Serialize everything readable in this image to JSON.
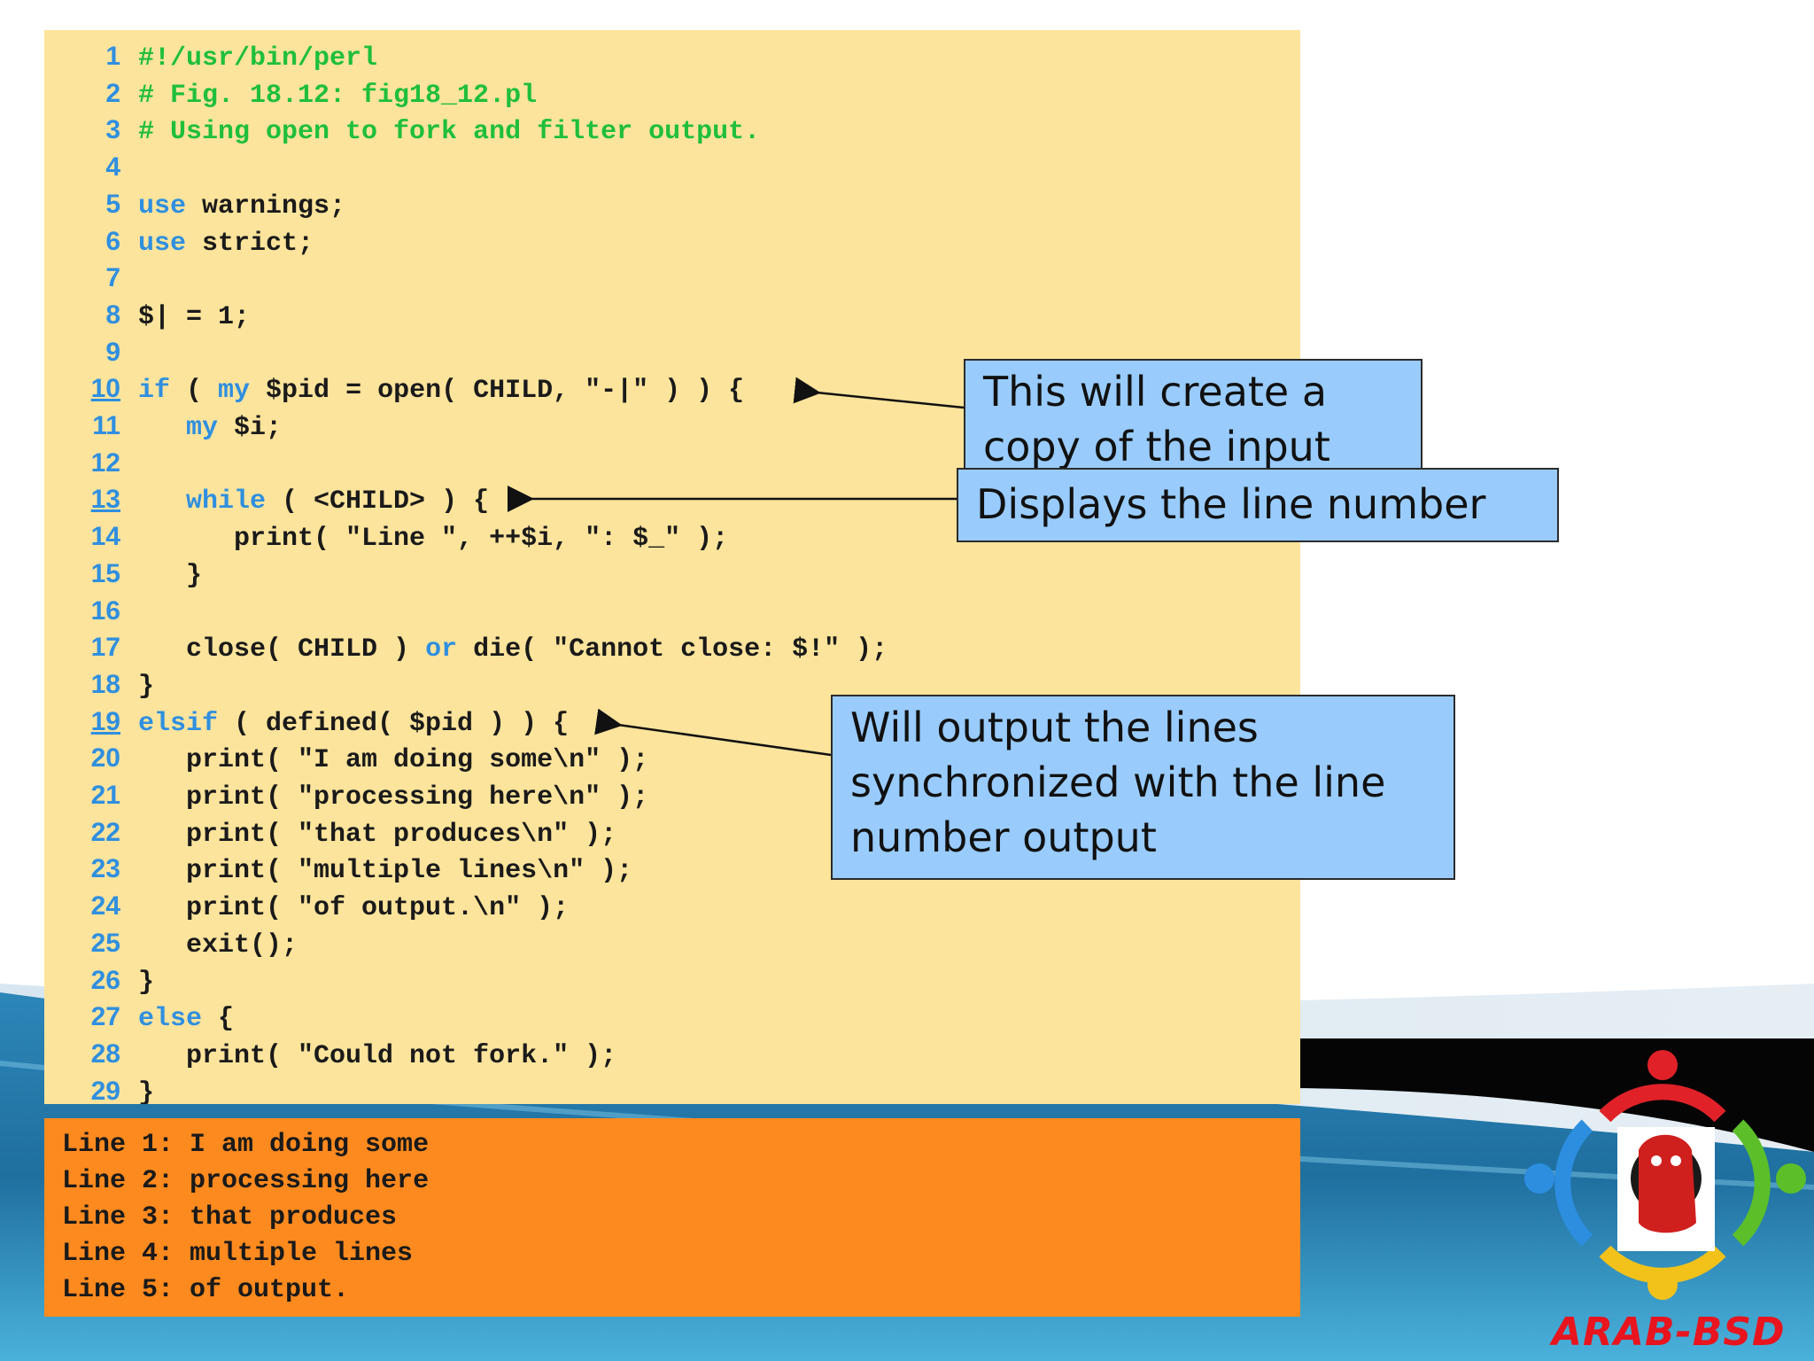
{
  "code_lines": [
    {
      "n": "1",
      "u": false,
      "parts": [
        {
          "c": "cm",
          "t": "#!/usr/bin/perl"
        }
      ]
    },
    {
      "n": "2",
      "u": false,
      "parts": [
        {
          "c": "cm",
          "t": "# Fig. 18.12: fig18_12.pl"
        }
      ]
    },
    {
      "n": "3",
      "u": false,
      "parts": [
        {
          "c": "cm",
          "t": "# Using open to fork and filter output."
        }
      ]
    },
    {
      "n": "4",
      "u": false,
      "parts": []
    },
    {
      "n": "5",
      "u": false,
      "parts": [
        {
          "c": "kw",
          "t": "use"
        },
        {
          "c": "",
          "t": " warnings;"
        }
      ]
    },
    {
      "n": "6",
      "u": false,
      "parts": [
        {
          "c": "kw",
          "t": "use"
        },
        {
          "c": "",
          "t": " strict;"
        }
      ]
    },
    {
      "n": "7",
      "u": false,
      "parts": []
    },
    {
      "n": "8",
      "u": false,
      "parts": [
        {
          "c": "",
          "t": "$| = 1;"
        }
      ]
    },
    {
      "n": "9",
      "u": false,
      "parts": []
    },
    {
      "n": "10",
      "u": true,
      "parts": [
        {
          "c": "kw",
          "t": "if"
        },
        {
          "c": "",
          "t": " ( "
        },
        {
          "c": "kw",
          "t": "my"
        },
        {
          "c": "",
          "t": " $pid = open( CHILD, \"-|\" ) ) {"
        }
      ]
    },
    {
      "n": "11",
      "u": false,
      "parts": [
        {
          "c": "",
          "t": "   "
        },
        {
          "c": "kw",
          "t": "my"
        },
        {
          "c": "",
          "t": " $i;"
        }
      ]
    },
    {
      "n": "12",
      "u": false,
      "parts": []
    },
    {
      "n": "13",
      "u": true,
      "parts": [
        {
          "c": "",
          "t": "   "
        },
        {
          "c": "kw",
          "t": "while"
        },
        {
          "c": "",
          "t": " ( <CHILD> ) {"
        }
      ]
    },
    {
      "n": "14",
      "u": false,
      "parts": [
        {
          "c": "",
          "t": "      print( \"Line \", ++$i, \": $_\" );"
        }
      ]
    },
    {
      "n": "15",
      "u": false,
      "parts": [
        {
          "c": "",
          "t": "   }"
        }
      ]
    },
    {
      "n": "16",
      "u": false,
      "parts": []
    },
    {
      "n": "17",
      "u": false,
      "parts": [
        {
          "c": "",
          "t": "   close( CHILD ) "
        },
        {
          "c": "kw",
          "t": "or"
        },
        {
          "c": "",
          "t": " die( \"Cannot close: $!\" );"
        }
      ]
    },
    {
      "n": "18",
      "u": false,
      "parts": [
        {
          "c": "",
          "t": "}"
        }
      ]
    },
    {
      "n": "19",
      "u": true,
      "parts": [
        {
          "c": "kw",
          "t": "elsif"
        },
        {
          "c": "",
          "t": " ( defined( $pid ) ) {"
        }
      ]
    },
    {
      "n": "20",
      "u": false,
      "parts": [
        {
          "c": "",
          "t": "   print( \"I am doing some\\n\" );"
        }
      ]
    },
    {
      "n": "21",
      "u": false,
      "parts": [
        {
          "c": "",
          "t": "   print( \"processing here\\n\" );"
        }
      ]
    },
    {
      "n": "22",
      "u": false,
      "parts": [
        {
          "c": "",
          "t": "   print( \"that produces\\n\" );"
        }
      ]
    },
    {
      "n": "23",
      "u": false,
      "parts": [
        {
          "c": "",
          "t": "   print( \"multiple lines\\n\" );"
        }
      ]
    },
    {
      "n": "24",
      "u": false,
      "parts": [
        {
          "c": "",
          "t": "   print( \"of output.\\n\" );"
        }
      ]
    },
    {
      "n": "25",
      "u": false,
      "parts": [
        {
          "c": "",
          "t": "   exit();"
        }
      ]
    },
    {
      "n": "26",
      "u": false,
      "parts": [
        {
          "c": "",
          "t": "}"
        }
      ]
    },
    {
      "n": "27",
      "u": false,
      "parts": [
        {
          "c": "kw",
          "t": "else"
        },
        {
          "c": "",
          "t": " {"
        }
      ]
    },
    {
      "n": "28",
      "u": false,
      "parts": [
        {
          "c": "",
          "t": "   print( \"Could not fork.\" );"
        }
      ]
    },
    {
      "n": "29",
      "u": false,
      "parts": [
        {
          "c": "",
          "t": "}"
        }
      ]
    }
  ],
  "output_lines": [
    "Line 1: I am doing some",
    "Line 2: processing here",
    "Line 3: that produces",
    "Line 4: multiple lines",
    "Line 5: of output."
  ],
  "callouts": {
    "create_copy": "This will create a copy of the input",
    "line_number": "Displays the line number",
    "synchronized": "Will output the lines synchronized with the line number output"
  },
  "logo_text": "ARAB-BSD",
  "colors": {
    "code_bg": "#fde49c",
    "output_bg": "#fd8a1f",
    "callout_bg": "#99ccfd",
    "keyword": "#2f8fe0",
    "comment": "#1fbf3a"
  }
}
